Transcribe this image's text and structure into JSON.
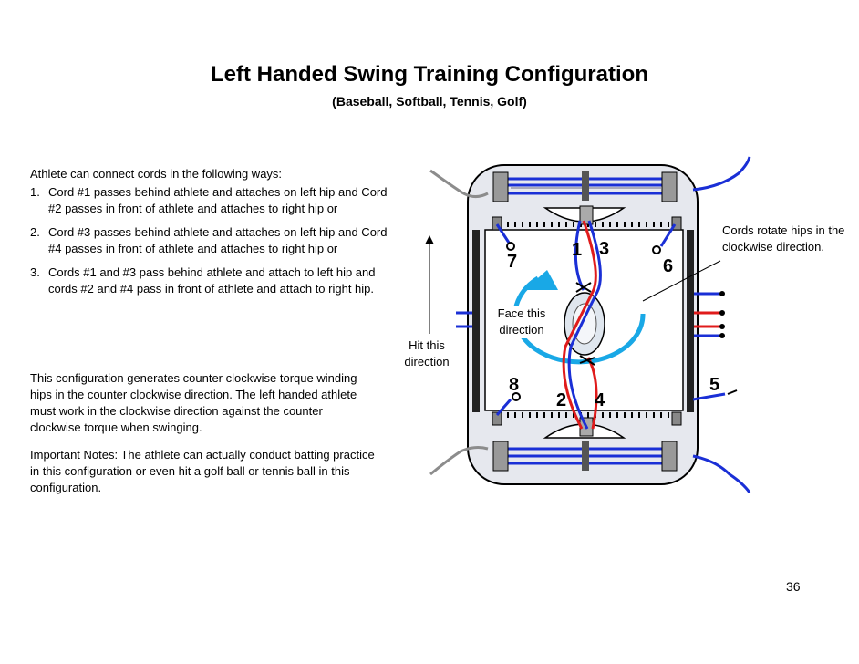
{
  "page": {
    "title": "Left Handed Swing Training Configuration",
    "subtitle": "(Baseball, Softball, Tennis, Golf)",
    "page_number": "36"
  },
  "instructions": {
    "intro": "Athlete can connect cords in the following ways:",
    "ways": [
      {
        "num": "1.",
        "text": "Cord #1 passes behind athlete and attaches on left hip and Cord #2 passes in front of athlete and attaches to right hip or"
      },
      {
        "num": "2.",
        "text": "Cord #3 passes behind athlete and attaches on left hip and Cord #4 passes in front of athlete and attaches to right hip or"
      },
      {
        "num": "3.",
        "text": "Cords #1 and #3 pass behind athlete and attach to left hip and cords #2 and #4 pass in front of athlete and attach to right hip."
      }
    ],
    "torque_note": "This configuration generates counter clockwise torque winding hips in the counter clockwise direction.  The left handed athlete must work in the clockwise direction against the counter clockwise torque when swinging.",
    "important_note": "Important Notes: The athlete can actually conduct batting practice in this configuration or even hit a golf ball or tennis ball in this configuration."
  },
  "diagram": {
    "rotate_label": "Cords rotate hips in the clockwise direction.",
    "hit_label": "Hit this direction",
    "face_label": "Face this direction",
    "cord_numbers": {
      "c1": "1",
      "c2": "2",
      "c3": "3",
      "c4": "4",
      "c5": "5",
      "c6": "6",
      "c7": "7",
      "c8": "8"
    },
    "colors": {
      "cord_blue": "#1a2fd6",
      "cord_red": "#e01b1b",
      "rotation_arrow": "#19a8e6",
      "platform_fill": "#e6e8ee",
      "mat_fill": "#ffffff",
      "cord_gray": "#8c8c8c"
    }
  }
}
